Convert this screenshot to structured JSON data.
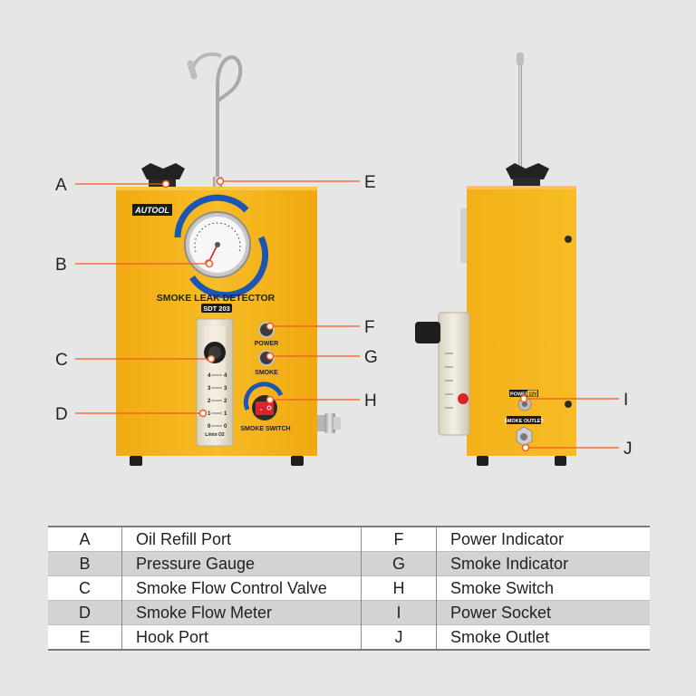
{
  "device": {
    "brand": "AUTOOL",
    "name": "SMOKE LEAK DETECTOR",
    "model": "SDT 203",
    "front_labels": {
      "power": "POWER",
      "smoke": "SMOKE",
      "smoke_switch": "SMOKE SWITCH",
      "flow_unit": "L/min O2"
    },
    "side_labels": {
      "power": "POWER",
      "power_rating": "12V",
      "smoke_outlet": "SMOKE OUTLET"
    },
    "flow_scale": [
      "4",
      "3",
      "2",
      "1",
      "0"
    ],
    "colors": {
      "body": "#f5b51b",
      "gauge_ring": "#1d55b5",
      "switch": "#d8242a"
    }
  },
  "callouts": [
    "A",
    "B",
    "C",
    "D",
    "E",
    "F",
    "G",
    "H",
    "I",
    "J"
  ],
  "legend": [
    {
      "left_key": "A",
      "left_label": "Oil Refill Port",
      "right_key": "F",
      "right_label": "Power Indicator"
    },
    {
      "left_key": "B",
      "left_label": "Pressure Gauge",
      "right_key": "G",
      "right_label": "Smoke Indicator"
    },
    {
      "left_key": "C",
      "left_label": "Smoke Flow Control Valve",
      "right_key": "H",
      "right_label": "Smoke Switch"
    },
    {
      "left_key": "D",
      "left_label": "Smoke Flow Meter",
      "right_key": "I",
      "right_label": "Power Socket"
    },
    {
      "left_key": "E",
      "left_label": "Hook Port",
      "right_key": "J",
      "right_label": "Smoke Outlet"
    }
  ]
}
